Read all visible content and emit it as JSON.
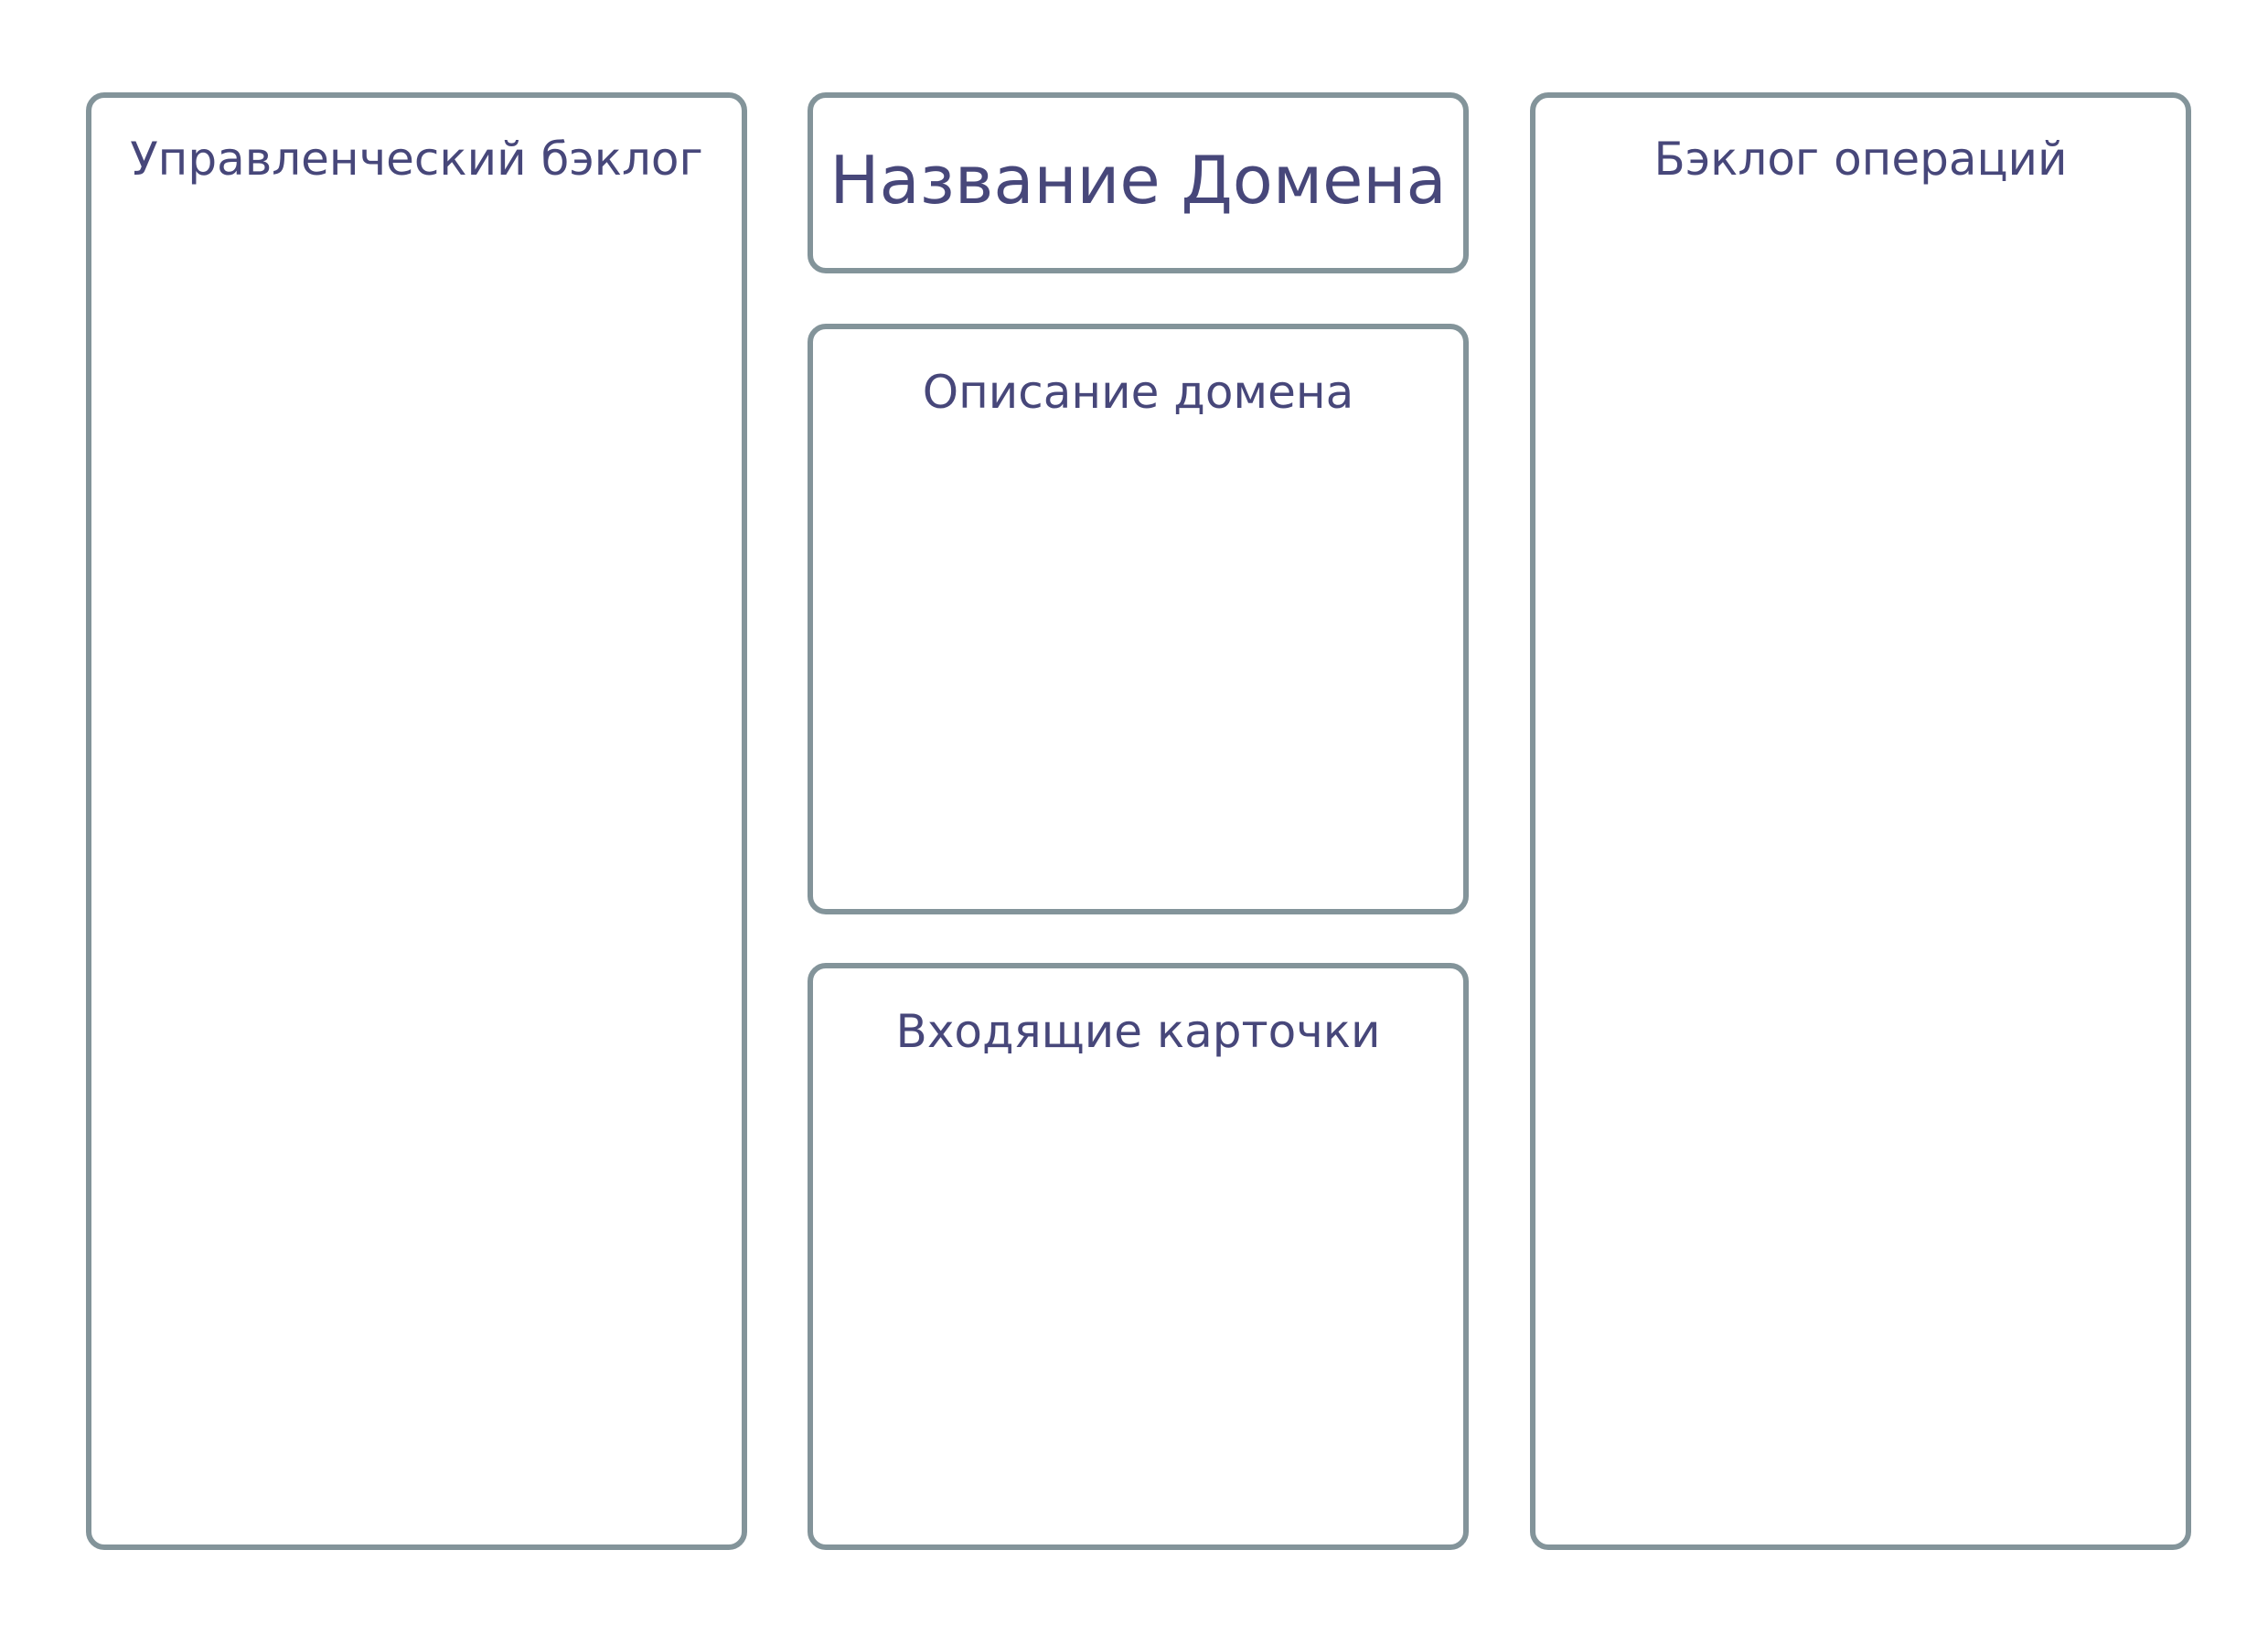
{
  "board": {
    "left_panel": {
      "title": "Управленческий бэклог"
    },
    "domain_name": {
      "title": "Название Домена"
    },
    "domain_description": {
      "title": "Описание домена"
    },
    "incoming_cards": {
      "title": "Входящие карточки"
    },
    "right_panel": {
      "title": "Бэклог операций"
    }
  },
  "colors": {
    "border": "#83949a",
    "text": "#47477a",
    "background": "#ffffff"
  }
}
